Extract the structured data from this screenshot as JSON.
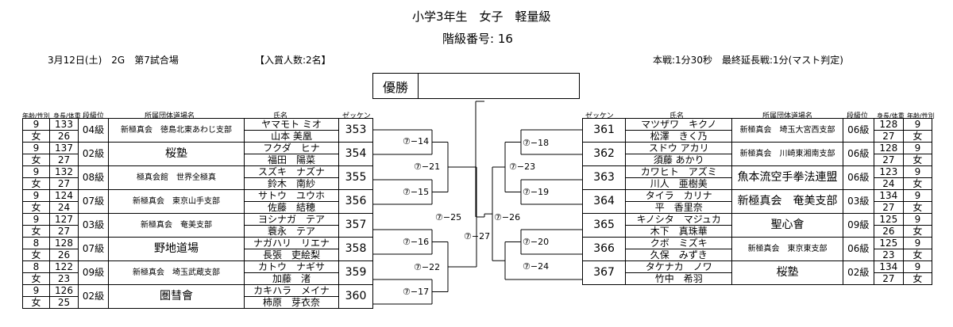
{
  "header": {
    "title": "小学3年生　女子　軽量級",
    "class_number": "階級番号:  16",
    "date_venue": "3月12日(土)　2G　第7試合場",
    "prize_count": "【入賞人数:2名】",
    "rules": "本戦:1分30秒　最終延長戦:1分(マスト判定)"
  },
  "winner_label": "優勝",
  "columns": {
    "age_sex": "年齢/性別",
    "height_weight": "身長/体重",
    "grade": "段級位",
    "dojo": "所属団体道場名",
    "name": "氏名",
    "zekken": "ゼッケン"
  },
  "left_entries": [
    {
      "age": "9",
      "sex": "女",
      "height": "133",
      "weight": "26",
      "grade": "04級",
      "dojo": "新極真会　徳島北東あわじ支部",
      "name_kana": "ヤマモト ミオ",
      "name": "山本 美凰",
      "zekken": "353"
    },
    {
      "age": "9",
      "sex": "女",
      "height": "137",
      "weight": "27",
      "grade": "02級",
      "dojo": "桜塾",
      "name_kana": "フクダ　ヒナ",
      "name": "福田　陽菜",
      "zekken": "354"
    },
    {
      "age": "9",
      "sex": "女",
      "height": "132",
      "weight": "27",
      "grade": "08級",
      "dojo": "極真会館　世界全極真",
      "name_kana": "スズキ　ナズナ",
      "name": "鈴木　南紗",
      "zekken": "355"
    },
    {
      "age": "9",
      "sex": "女",
      "height": "124",
      "weight": "24",
      "grade": "07級",
      "dojo": "新極真会　東京山手支部",
      "name_kana": "サトウ　ユウホ",
      "name": "佐藤　結穂",
      "zekken": "356"
    },
    {
      "age": "9",
      "sex": "女",
      "height": "127",
      "weight": "27",
      "grade": "03級",
      "dojo": "新極真会　奄美支部",
      "name_kana": "ヨシナガ　テア",
      "name": "蓑永　テア",
      "zekken": "357"
    },
    {
      "age": "8",
      "sex": "女",
      "height": "128",
      "weight": "26",
      "grade": "07級",
      "dojo": "野地道場",
      "name_kana": "ナガハリ　リエナ",
      "name": "長張　吏絵梨",
      "zekken": "358"
    },
    {
      "age": "8",
      "sex": "女",
      "height": "122",
      "weight": "23",
      "grade": "09級",
      "dojo": "新極真会　埼玉武蔵支部",
      "name_kana": "カトウ　ナギサ",
      "name": "加藤　渚",
      "zekken": "359"
    },
    {
      "age": "9",
      "sex": "女",
      "height": "126",
      "weight": "25",
      "grade": "02級",
      "dojo": "圏彗會",
      "name_kana": "カキハラ　メイナ",
      "name": "柿原　芽衣奈",
      "zekken": "360"
    }
  ],
  "right_entries": [
    {
      "zekken": "361",
      "name_kana": "マツザワ　キクノ",
      "name": "松澤　きく乃",
      "dojo": "新極真会　埼玉大宮西支部",
      "grade": "06級",
      "height": "128",
      "weight": "27",
      "age": "9",
      "sex": "女"
    },
    {
      "zekken": "362",
      "name_kana": "スドウ アカリ",
      "name": "須藤 あかり",
      "dojo": "新極真会　川崎東湘南支部",
      "grade": "06級",
      "height": "128",
      "weight": "27",
      "age": "9",
      "sex": "女"
    },
    {
      "zekken": "363",
      "name_kana": "カワヒト　アズミ",
      "name": "川人　亜樹美",
      "dojo": "魚本流空手拳法連盟",
      "grade": "06級",
      "height": "123",
      "weight": "24",
      "age": "9",
      "sex": "女"
    },
    {
      "zekken": "364",
      "name_kana": "タイラ　カリナ",
      "name": "平　香里奈",
      "dojo": "新極真会　奄美支部",
      "grade": "03級",
      "height": "134",
      "weight": "27",
      "age": "9",
      "sex": "女"
    },
    {
      "zekken": "365",
      "name_kana": "キノシタ　マジュカ",
      "name": "木下　真珠華",
      "dojo": "聖心會",
      "grade": "09級",
      "height": "125",
      "weight": "26",
      "age": "9",
      "sex": "女"
    },
    {
      "zekken": "366",
      "name_kana": "クボ　ミズキ",
      "name": "久保　みずき",
      "dojo": "新極真会　東京東支部",
      "grade": "06級",
      "height": "125",
      "weight": "23",
      "age": "9",
      "sex": "女"
    },
    {
      "zekken": "367",
      "name_kana": "タケナカ　ノワ",
      "name": "竹中　希羽",
      "dojo": "桜塾",
      "grade": "02級",
      "height": "134",
      "weight": "27",
      "age": "9",
      "sex": "女"
    }
  ],
  "matches": {
    "m14": "⑦−14",
    "m15": "⑦−15",
    "m16": "⑦−16",
    "m17": "⑦−17",
    "m18": "⑦−18",
    "m19": "⑦−19",
    "m20": "⑦−20",
    "m21": "⑦−21",
    "m22": "⑦−22",
    "m23": "⑦−23",
    "m24": "⑦−24",
    "m25": "⑦−25",
    "m26": "⑦−26",
    "m27": "⑦−27"
  }
}
